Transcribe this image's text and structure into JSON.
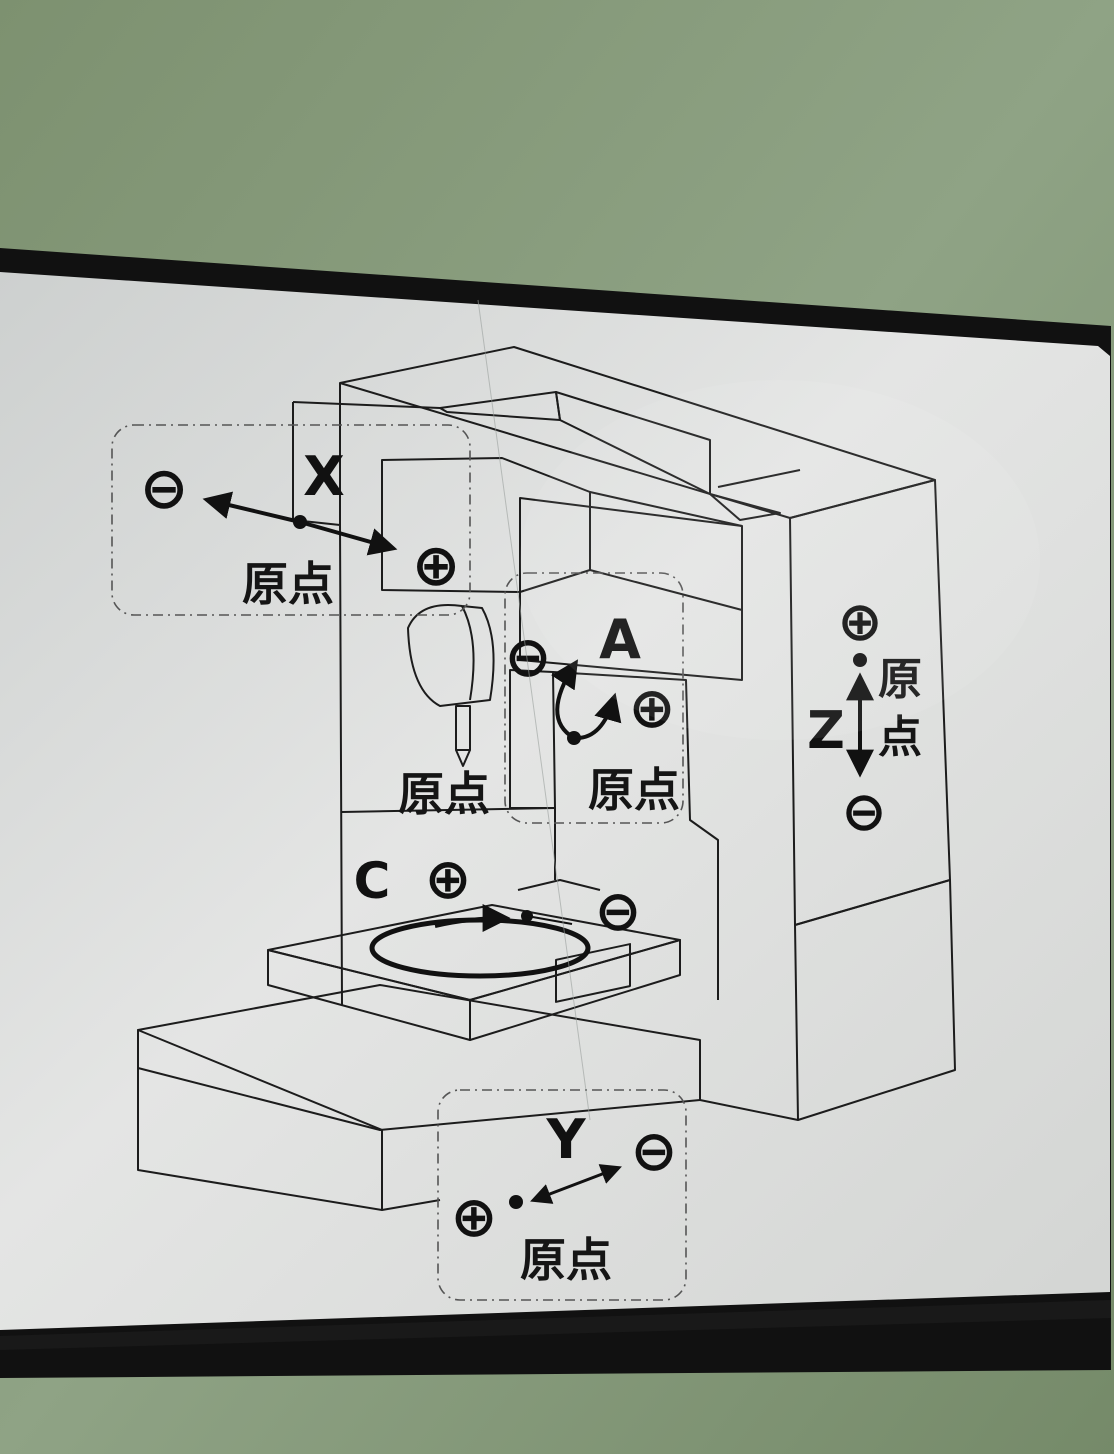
{
  "colors": {
    "surface": "#7f9473",
    "plate": "#d9dbda",
    "ink": "#111111"
  },
  "axes": {
    "x": {
      "name": "X",
      "minus": "⊖",
      "plus": "⊕",
      "origin": "原点"
    },
    "a": {
      "name": "A",
      "minus": "⊖",
      "plus": "⊕",
      "origin": "原点"
    },
    "z": {
      "name": "Z",
      "minus": "⊖",
      "plus": "⊕",
      "origin_top": "原",
      "origin_bottom": "点"
    },
    "c": {
      "name": "C",
      "minus": "⊖",
      "plus": "⊕"
    },
    "y": {
      "name": "Y",
      "minus": "⊖",
      "plus": "⊕",
      "origin": "原点"
    },
    "spindle": {
      "origin": "原点"
    }
  },
  "icons": [
    "minus-circle-icon",
    "plus-circle-icon",
    "double-arrow-icon",
    "rotation-arrow-icon"
  ]
}
